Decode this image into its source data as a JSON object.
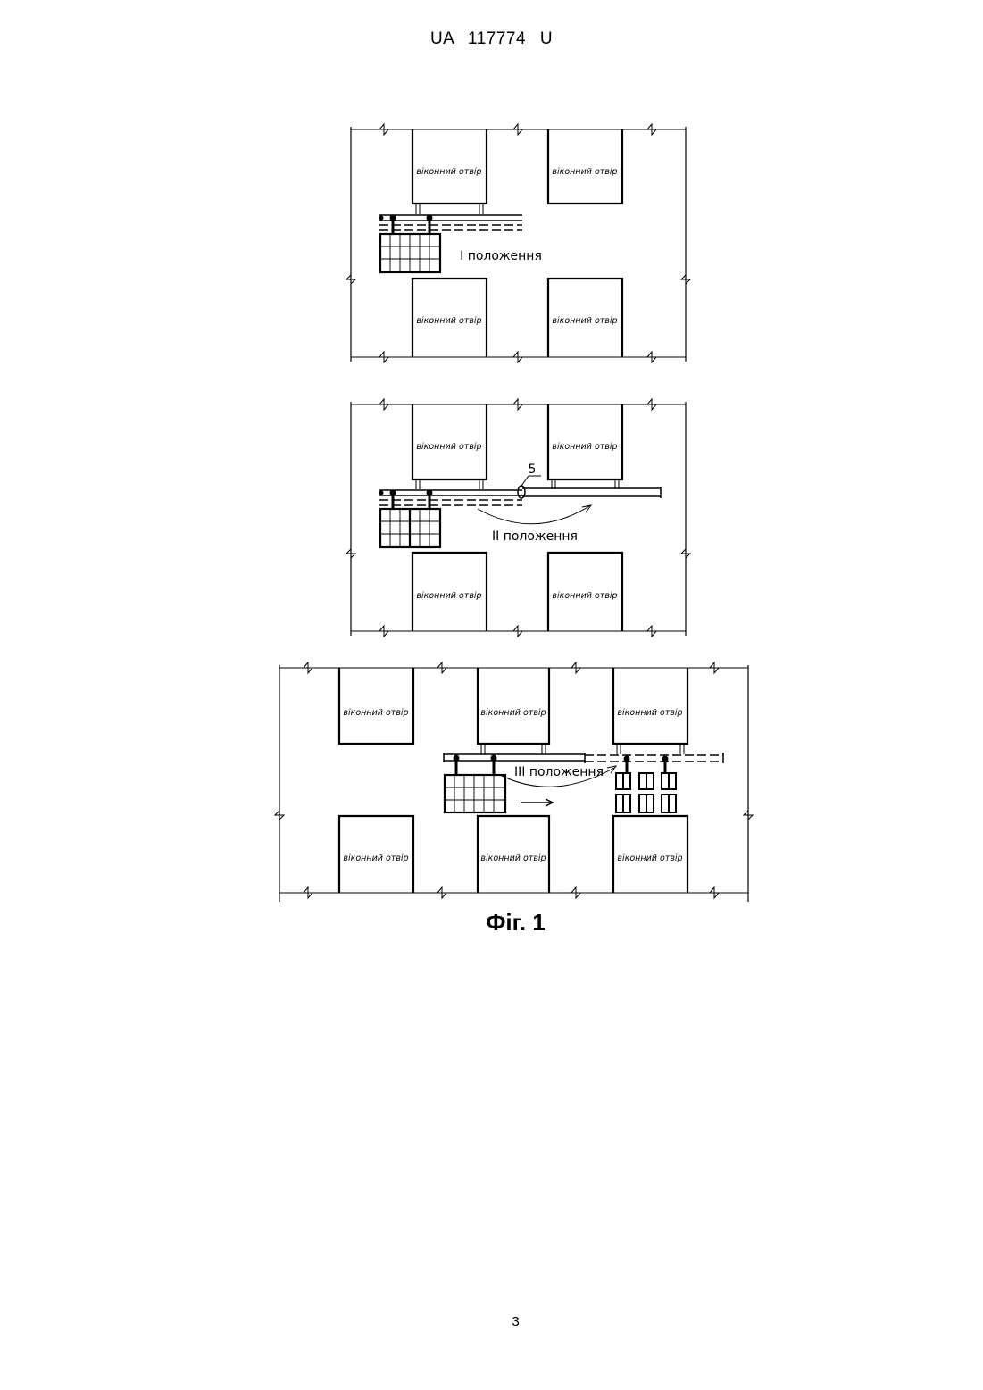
{
  "header": {
    "text": "UA   117774   U"
  },
  "figure": {
    "opening_label": "віконний отвір",
    "panel1": {
      "position_label": "I положення"
    },
    "panel2": {
      "position_label": "II положення",
      "callout": "5"
    },
    "panel3": {
      "position_label": "III положення"
    },
    "caption": "Фіг. 1"
  },
  "footer": {
    "page_number": "3"
  }
}
